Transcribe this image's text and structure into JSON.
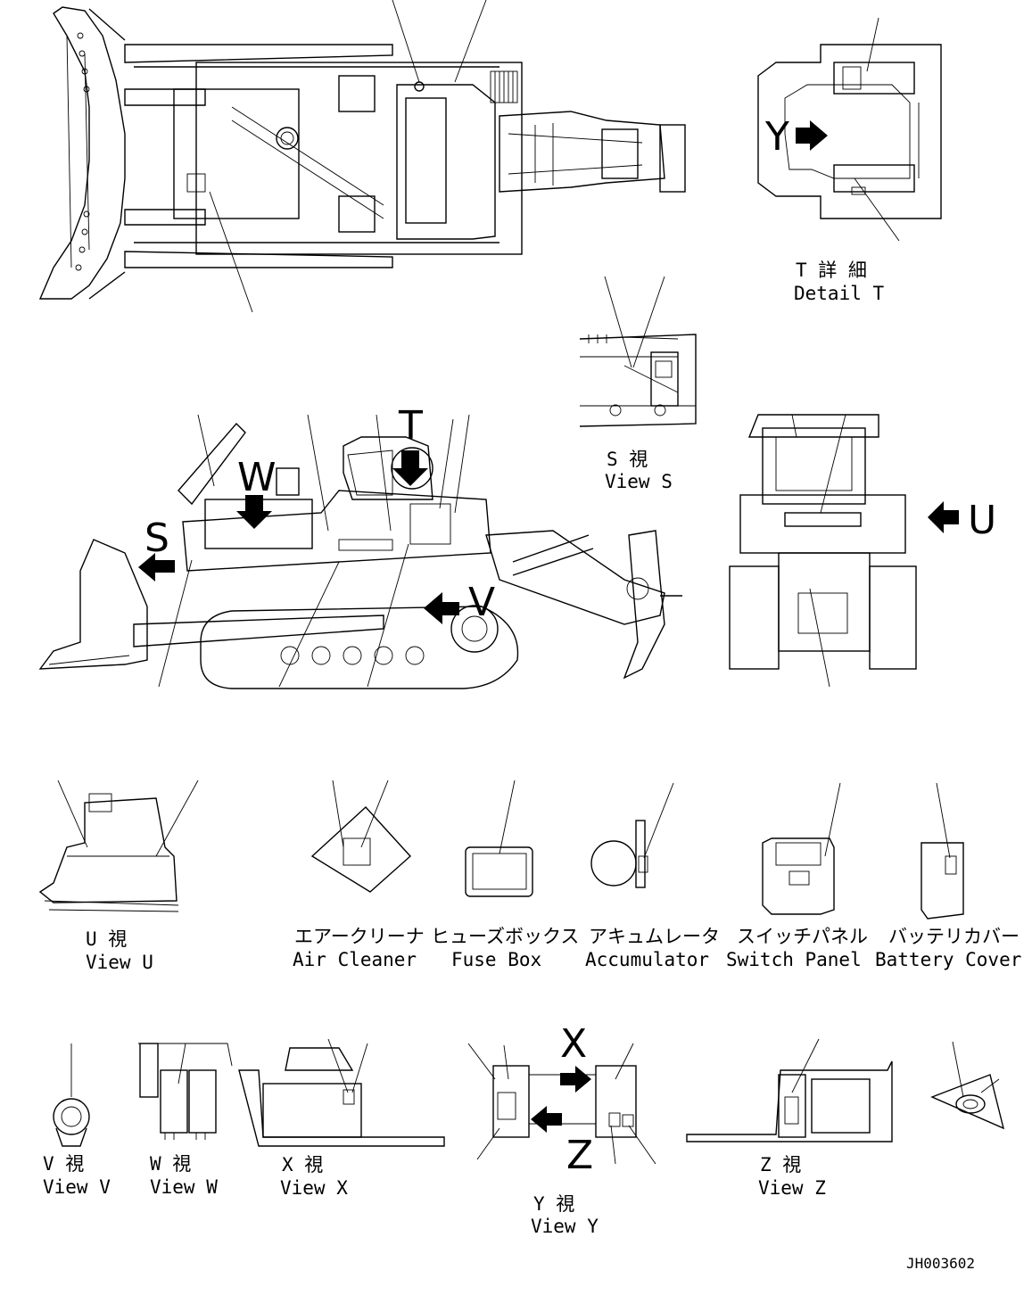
{
  "drawing_number": "JH003602",
  "detail_t": {
    "title_jp": "T 詳 細",
    "title_en": "Detail T",
    "arrow_letter": "Y"
  },
  "view_s": {
    "title_jp": "S 視",
    "title_en": "View S"
  },
  "main_side": {
    "letters": {
      "s": "S",
      "w": "W",
      "t": "T",
      "v": "V"
    }
  },
  "rear_view": {
    "arrow_letter": "U"
  },
  "view_u": {
    "title_jp": "U 視",
    "title_en": "View U"
  },
  "parts": [
    {
      "jp": "エアークリーナ",
      "en": "Air Cleaner"
    },
    {
      "jp": "ヒューズボックス",
      "en": "Fuse Box"
    },
    {
      "jp": "アキュムレータ",
      "en": "Accumulator"
    },
    {
      "jp": "スイッチパネル",
      "en": "Switch Panel"
    },
    {
      "jp": "バッテリカバー",
      "en": "Battery Cover"
    }
  ],
  "view_v": {
    "title_jp": "V 視",
    "title_en": "View V"
  },
  "view_w": {
    "title_jp": "W 視",
    "title_en": "View W"
  },
  "view_x": {
    "title_jp": "X 視",
    "title_en": "View X"
  },
  "view_y": {
    "title_jp": "Y 視",
    "title_en": "View Y",
    "letter_x": "X",
    "letter_z": "Z"
  },
  "view_z": {
    "title_jp": "Z 視",
    "title_en": "View Z"
  }
}
